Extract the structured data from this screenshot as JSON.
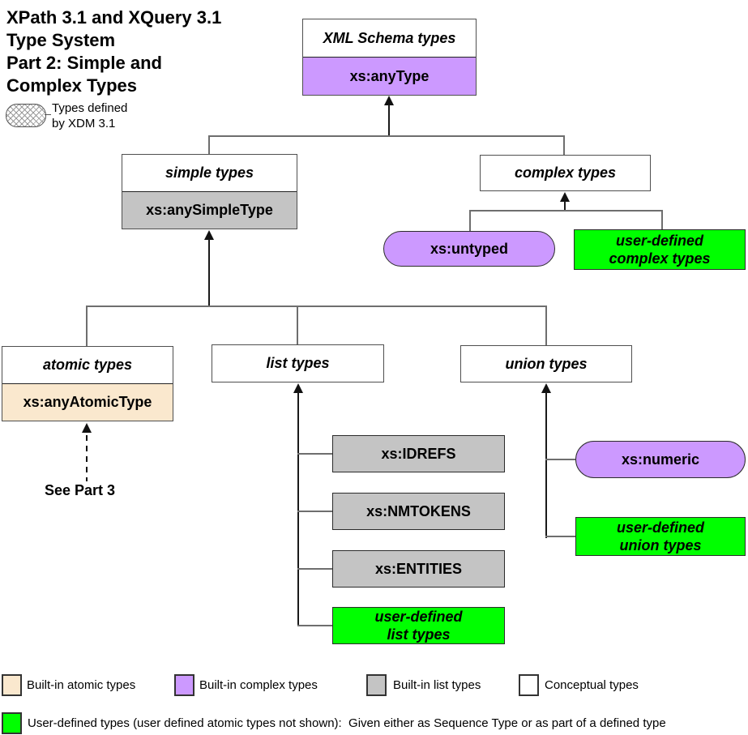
{
  "title_lines": [
    "XPath 3.1 and XQuery 3.1",
    "Type System",
    "Part 2: Simple and",
    "Complex Types"
  ],
  "xdm_legend": {
    "line1": "Types defined",
    "line2": "by XDM 3.1"
  },
  "icons": {
    "xdm_pill": "hatched-pill"
  },
  "colors": {
    "builtin_atomic": "#FAE8CE",
    "builtin_complex": "#CC99FF",
    "builtin_list": "#C4C4C4",
    "user_defined": "#00FF00",
    "conceptual": "#FFFFFF"
  },
  "nodes": {
    "xml_schema": {
      "header": "XML Schema types",
      "subtype": "xs:anyType"
    },
    "simple": {
      "header": "simple types",
      "subtype": "xs:anySimpleType"
    },
    "complex": {
      "header": "complex types"
    },
    "untyped": {
      "label": "xs:untyped"
    },
    "user_complex": {
      "line1": "user-defined",
      "line2": "complex types"
    },
    "atomic": {
      "header": "atomic types",
      "subtype": "xs:anyAtomicType"
    },
    "list": {
      "header": "list types"
    },
    "idrefs": {
      "label": "xs:IDREFS"
    },
    "nmtokens": {
      "label": "xs:NMTOKENS"
    },
    "entities": {
      "label": "xs:ENTITIES"
    },
    "user_list": {
      "line1": "user-defined",
      "line2": "list types"
    },
    "union": {
      "header": "union types"
    },
    "numeric": {
      "label": "xs:numeric"
    },
    "user_union": {
      "line1": "user-defined",
      "line2": "union types"
    }
  },
  "see_part_3": "See Part 3",
  "legend": {
    "atomic": "Built-in atomic types",
    "complex": "Built-in complex types",
    "list": "Built-in list types",
    "conceptual": "Conceptual types",
    "user_defined": "User-defined types (user defined atomic types not shown):  Given either as Sequence Type or as part of a defined type"
  }
}
